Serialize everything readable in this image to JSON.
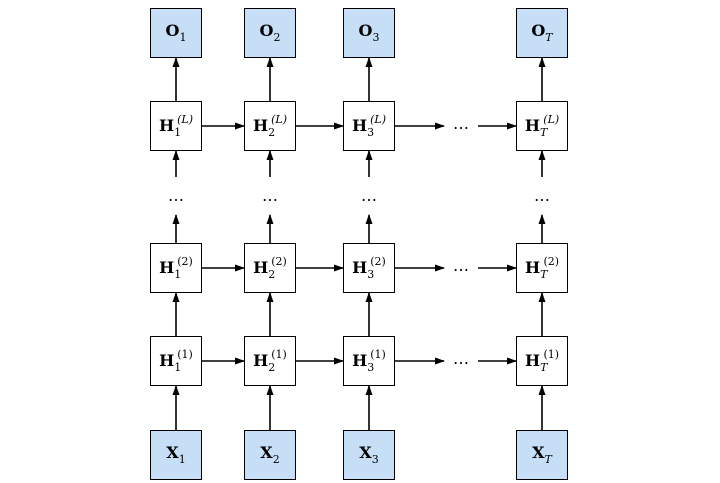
{
  "outputs": [
    {
      "main": "O",
      "sub": "1"
    },
    {
      "main": "O",
      "sub": "2"
    },
    {
      "main": "O",
      "sub": "3"
    },
    {
      "main": "O",
      "sub": "T"
    }
  ],
  "inputs": [
    {
      "main": "X",
      "sub": "1"
    },
    {
      "main": "X",
      "sub": "2"
    },
    {
      "main": "X",
      "sub": "3"
    },
    {
      "main": "X",
      "sub": "T"
    }
  ],
  "layers": [
    {
      "sup": "(L)",
      "cells": [
        {
          "main": "H",
          "sub": "1"
        },
        {
          "main": "H",
          "sub": "2"
        },
        {
          "main": "H",
          "sub": "3"
        },
        {
          "main": "H",
          "sub": "T"
        }
      ]
    },
    {
      "sup": "(2)",
      "cells": [
        {
          "main": "H",
          "sub": "1"
        },
        {
          "main": "H",
          "sub": "2"
        },
        {
          "main": "H",
          "sub": "3"
        },
        {
          "main": "H",
          "sub": "T"
        }
      ]
    },
    {
      "sup": "(1)",
      "cells": [
        {
          "main": "H",
          "sub": "1"
        },
        {
          "main": "H",
          "sub": "2"
        },
        {
          "main": "H",
          "sub": "3"
        },
        {
          "main": "H",
          "sub": "T"
        }
      ]
    }
  ],
  "ellipsis": "…",
  "colors": {
    "io_fill": "#c6dff6",
    "stroke": "#000000"
  }
}
